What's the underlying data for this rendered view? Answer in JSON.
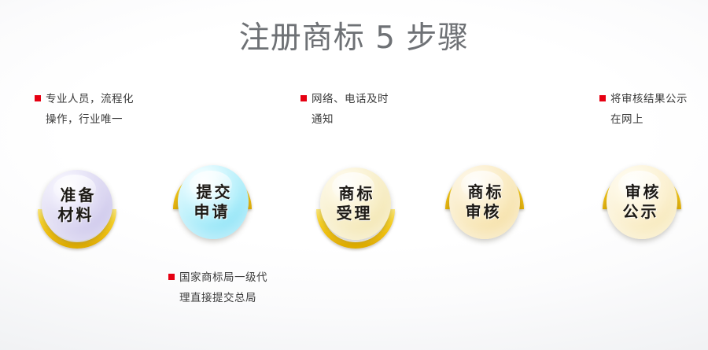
{
  "page": {
    "title": "注册商标 5 步骤",
    "accent_yellow": "#f5c518",
    "bullet_red": "#e60012",
    "title_color": "#6e7175",
    "background": "#ffffff"
  },
  "steps": [
    {
      "id": 1,
      "label_line1": "准备",
      "label_line2": "材料",
      "color": "#b6aee2",
      "arc": "below"
    },
    {
      "id": 2,
      "label_line1": "提交",
      "label_line2": "申请",
      "color": "#72dcf5",
      "arc": "above"
    },
    {
      "id": 3,
      "label_line1": "商标",
      "label_line2": "受理",
      "color": "#efdf9c",
      "arc": "below"
    },
    {
      "id": 4,
      "label_line1": "商标",
      "label_line2": "审核",
      "color": "#f3d993",
      "arc": "above"
    },
    {
      "id": 5,
      "label_line1": "审核",
      "label_line2": "公示",
      "color": "#f5e3a8",
      "arc": "above"
    }
  ],
  "notes": [
    {
      "id": "note-step1",
      "text": "专业人员，流程化操作，行业唯一",
      "position": "above",
      "step": 1
    },
    {
      "id": "note-step2",
      "text": "国家商标局一级代理直接提交总局",
      "position": "below",
      "step": 2
    },
    {
      "id": "note-step3",
      "text": "网络、电话及时通知",
      "position": "above",
      "step": 3
    },
    {
      "id": "note-step5",
      "text": "将审核结果公示在网上",
      "position": "above",
      "step": 5
    }
  ]
}
